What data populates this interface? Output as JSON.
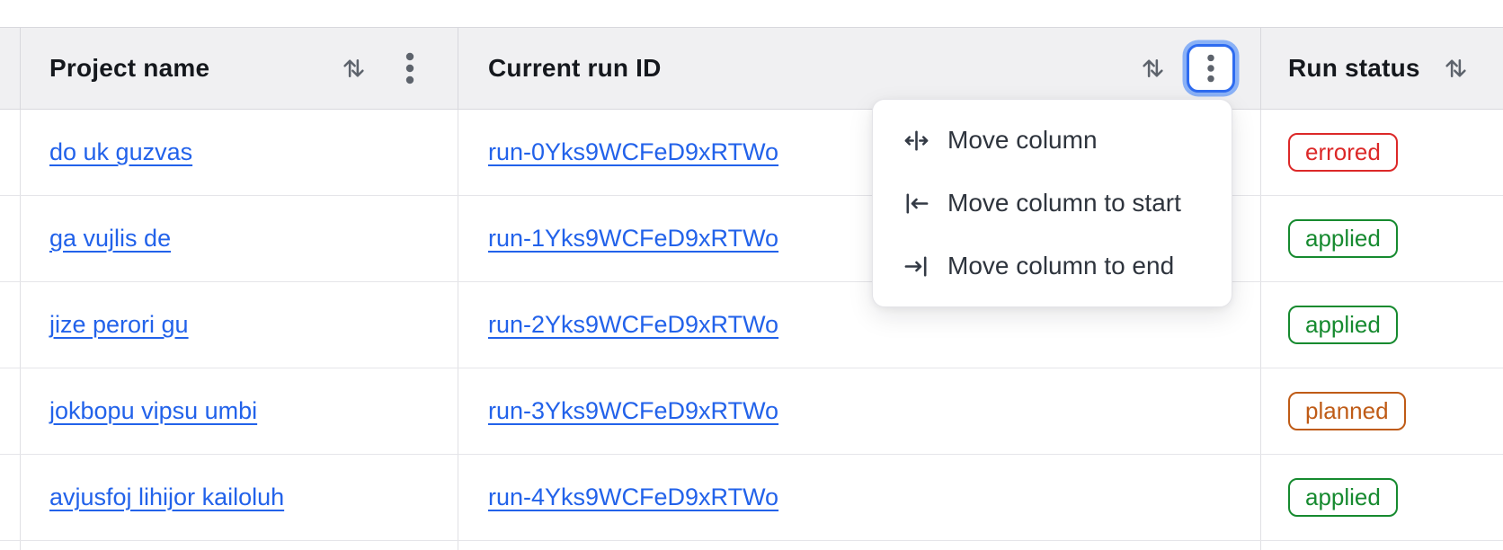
{
  "table": {
    "columns": [
      {
        "label": "Project name",
        "sort_icon": "sort-arrows-icon",
        "menu_icon": "kebab-icon"
      },
      {
        "label": "Current run ID",
        "sort_icon": "sort-arrows-icon",
        "menu_icon": "kebab-icon"
      },
      {
        "label": "Run status",
        "sort_icon": "sort-arrows-icon"
      }
    ],
    "rows": [
      {
        "project": "do uk guzvas",
        "run_id": "run-0Yks9WCFeD9xRTWo",
        "status": "errored"
      },
      {
        "project": "ga vujlis de",
        "run_id": "run-1Yks9WCFeD9xRTWo",
        "status": "applied"
      },
      {
        "project": "jize perori gu",
        "run_id": "run-2Yks9WCFeD9xRTWo",
        "status": "applied"
      },
      {
        "project": "jokbopu vipsu umbi",
        "run_id": "run-3Yks9WCFeD9xRTWo",
        "status": "planned"
      },
      {
        "project": "avjusfoj lihijor kailoluh",
        "run_id": "run-4Yks9WCFeD9xRTWo",
        "status": "applied"
      }
    ]
  },
  "column_menu": {
    "open_for_column": "Current run ID",
    "items": [
      {
        "label": "Move column",
        "icon": "move-column-icon"
      },
      {
        "label": "Move column to start",
        "icon": "move-column-to-start-icon"
      },
      {
        "label": "Move column to end",
        "icon": "move-column-to-end-icon"
      }
    ]
  },
  "colors": {
    "link": "#2262ea",
    "header_bg": "#f0f0f2",
    "header_text": "#15181d",
    "row_border": "#e5e5e9",
    "icon_gray": "#5d636c",
    "focus_ring_inner": "#2e6bf0",
    "focus_ring_outer": "#8ab1f6",
    "status_errored": "#dc2828",
    "status_applied": "#168a2f",
    "status_planned": "#bf5b16"
  }
}
